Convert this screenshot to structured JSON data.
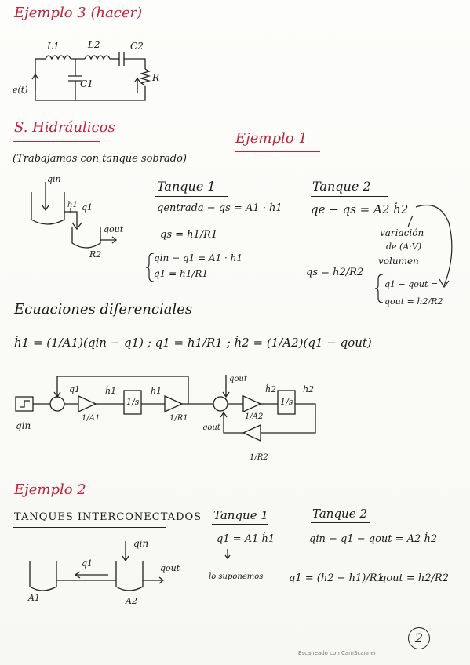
{
  "sections": {
    "ex3_title": "Ejemplo 3 (hacer)",
    "hydraulic_title": "S. Hidráulicos",
    "ex1_title": "Ejemplo 1",
    "diff_eq_title": "Ecuaciones diferenciales",
    "ex2_title": "Ejemplo 2"
  },
  "circuit": {
    "L1": "L1",
    "L2": "L2",
    "C2": "C2",
    "C1": "C1",
    "R": "R",
    "source": "e(t)"
  },
  "example1": {
    "subtitle": "(Trabajamos con tanque sobrado)",
    "labels": {
      "qin": "qin",
      "h1": "h1",
      "q1": "q1",
      "qout": "qout",
      "R2": "R2"
    },
    "tank1_heading": "Tanque 1",
    "tank1_eq1": "qentrada − qs = A1 · ḣ1",
    "tank1_eq2": "qs = h1/R1",
    "tank1_sys1": "qin − q1 = A1 · ḣ1",
    "tank1_sys2": "q1 = h1/R1",
    "tank2_heading": "Tanque 2",
    "tank2_eq1": "qe − qs = A2 ḣ2",
    "tank2_note1": "variación",
    "tank2_note2": "de (A·V)",
    "tank2_note3": "volumen",
    "tank2_qs": "qs = h2/R2",
    "tank2_sys1": "q1 − qout =",
    "tank2_sys2": "qout = h2/R2"
  },
  "diff_eq": {
    "eq": "ḣ1 = (1/A1)(qin − q1) ;  q1 = h1/R1 ;  ḣ2 = (1/A2)(q1 − qout)"
  },
  "block_diagram": {
    "step_label": "qin",
    "q1": "q1",
    "h1dot": "ḣ1",
    "h1": "h1",
    "gain1": "1/A1",
    "integ1": "1/s",
    "gain_r1": "1/R1",
    "qout_top": "qout",
    "h2dot": "ḣ2",
    "h2": "h2",
    "gain2": "1/A2",
    "integ2": "1/s",
    "qout_fb": "qout",
    "gain_r2": "1/R2"
  },
  "example2": {
    "subtitle": "TANQUES INTERCONECTADOS",
    "qin": "qin",
    "q1": "q1",
    "qout": "qout",
    "A1": "A1",
    "A2": "A2",
    "tank1_heading": "Tanque 1",
    "tank1_eq": "q1 = A1 ḣ1",
    "tank1_note": "lo suponemos",
    "tank2_heading": "Tanque 2",
    "tank2_eq": "qin − q1 − qout = A2 ḣ2",
    "q1_formula": "q1 = (h2 − h1)/R1",
    "qout_formula": "qout = h2/R2"
  },
  "page_number": "2",
  "footer": "Escaneado con CamScanner"
}
